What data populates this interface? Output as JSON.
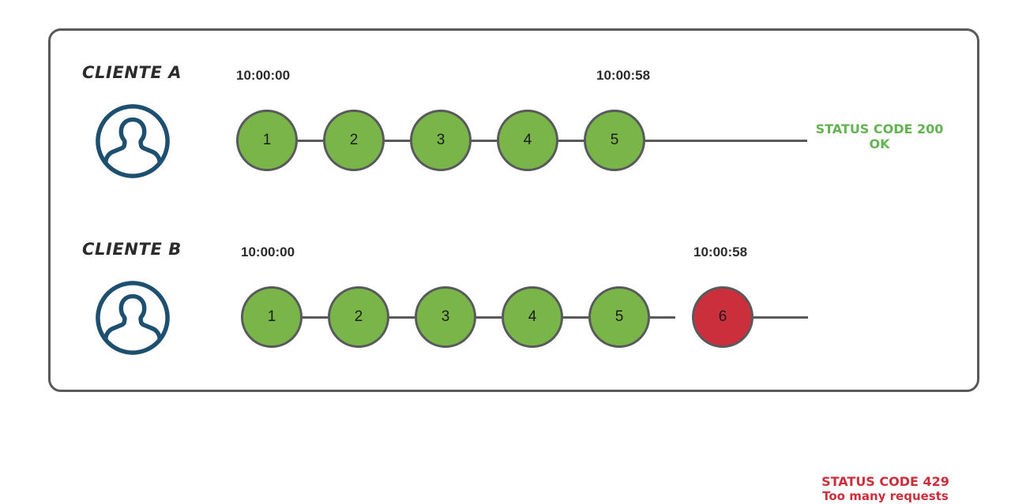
{
  "diagram": {
    "title_absent": true,
    "frame": {
      "border_color": "#58595b"
    },
    "colors": {
      "node_ok": "#7ab54a",
      "node_fail": "#cc2f3c",
      "node_stroke": "#58595b",
      "status_ok": "#62b352",
      "status_fail": "#cc2f3c",
      "avatar": "#1d5070",
      "text": "#2b2b2b"
    },
    "rows": [
      {
        "id": "cliente-a",
        "label": "CLIENTE A",
        "avatar_icon": "user-avatar-icon",
        "time_start": "10:00:00",
        "time_end": "10:00:58",
        "nodes": [
          {
            "n": "1",
            "state": "ok"
          },
          {
            "n": "2",
            "state": "ok"
          },
          {
            "n": "3",
            "state": "ok"
          },
          {
            "n": "4",
            "state": "ok"
          },
          {
            "n": "5",
            "state": "ok"
          }
        ],
        "status_line1": "STATUS CODE 200",
        "status_line2": "OK"
      },
      {
        "id": "cliente-b",
        "label": "CLIENTE B",
        "avatar_icon": "user-avatar-icon",
        "time_start": "10:00:00",
        "time_end": "10:00:58",
        "nodes": [
          {
            "n": "1",
            "state": "ok"
          },
          {
            "n": "2",
            "state": "ok"
          },
          {
            "n": "3",
            "state": "ok"
          },
          {
            "n": "4",
            "state": "ok"
          },
          {
            "n": "5",
            "state": "ok"
          },
          {
            "n": "6",
            "state": "fail"
          }
        ],
        "status_line1": "STATUS CODE 429",
        "status_line2": "Too many requests"
      }
    ]
  }
}
